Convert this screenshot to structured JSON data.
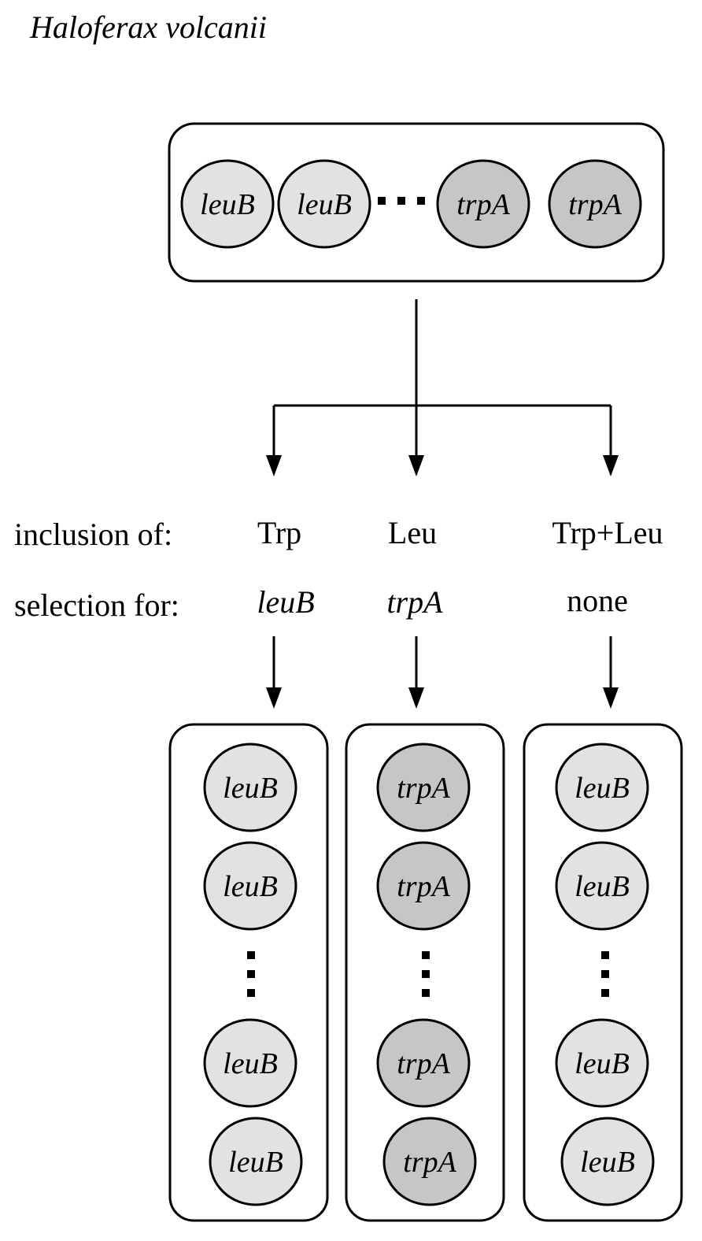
{
  "title": "Haloferax volcanii",
  "colors": {
    "leu_fill": "#e2e2e2",
    "trp_fill": "#c6c6c6",
    "stroke": "#000000",
    "background": "#ffffff"
  },
  "top_population": {
    "cells": [
      "leuB",
      "leuB",
      "trpA",
      "trpA"
    ],
    "ellipsis": "..."
  },
  "row_labels": {
    "inclusion": "inclusion of:",
    "selection": "selection for:"
  },
  "conditions": [
    {
      "inclusion": "Trp",
      "selection": "leuB",
      "cells": [
        "leuB",
        "leuB",
        "leuB",
        "leuB"
      ]
    },
    {
      "inclusion": "Leu",
      "selection": "trpA",
      "cells": [
        "trpA",
        "trpA",
        "trpA",
        "trpA"
      ]
    },
    {
      "inclusion": "Trp+Leu",
      "selection": "none",
      "cells": [
        "leuB",
        "leuB",
        "leuB",
        "leuB"
      ]
    }
  ]
}
